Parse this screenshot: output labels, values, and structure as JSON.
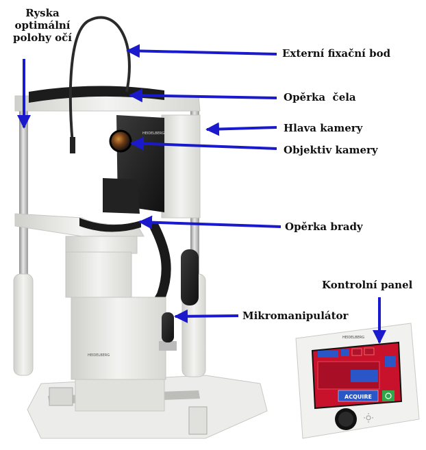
{
  "labels": {
    "eye_line": [
      "Ryska",
      "optimální",
      "polohy očí"
    ],
    "fixation": "Externí fixační bod",
    "forehead": "Opěrka  čela",
    "camera_head": "Hlava kamery",
    "lens": "Objektiv kamery",
    "chin": "Opěrka brady",
    "panel": "Kontrolní panel",
    "micro": "Mikromanipulátor"
  },
  "screen": {
    "acquire": "ACQUIRE"
  },
  "colors": {
    "arrow": "#1a1acc",
    "device_body": "#e9e9e6",
    "camera_black": "#1e1e1e",
    "screen_bg": "#c8112a",
    "screen_blue": "#2a56c8"
  },
  "icons": {
    "power": "power-icon",
    "brightness": "sun-icon"
  }
}
